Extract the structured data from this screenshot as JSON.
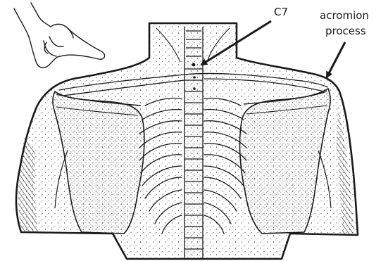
{
  "labels": {
    "c7": "C7",
    "acromion_line1": "acromion",
    "acromion_line2": "process"
  },
  "colors": {
    "ink": "#1a1a1a",
    "paper": "#ffffff"
  },
  "icons": {
    "hand": "pointing-hand-icon"
  }
}
